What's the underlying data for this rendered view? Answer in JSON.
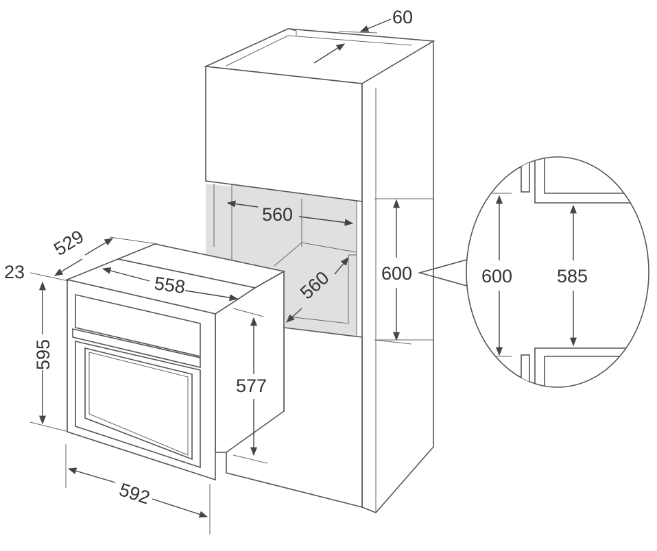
{
  "dimensions": {
    "panel_depth": "60",
    "niche_width": "560",
    "niche_depth": "560",
    "niche_height": "600",
    "oven_depth": "529",
    "front_depth": "23",
    "oven_height": "595",
    "oven_body_width": "558",
    "oven_body_height": "577",
    "oven_width": "592"
  },
  "detail": {
    "opening": "600",
    "clear": "585"
  },
  "colors": {
    "line": "#555555",
    "shade": "#e0e0e0",
    "text": "#333333"
  }
}
